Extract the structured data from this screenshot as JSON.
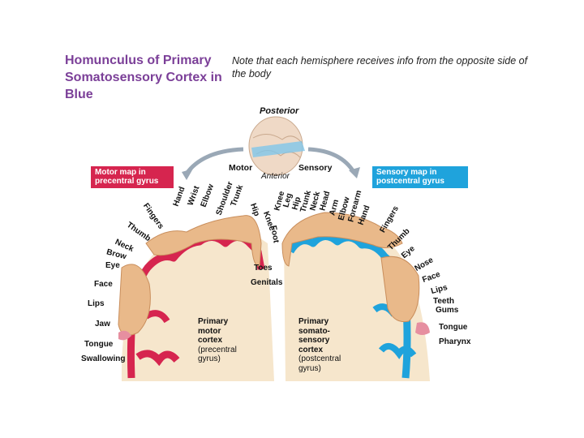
{
  "title": "Homunculus of Primary Somatosensory Cortex in Blue",
  "note": "Note that each hemisphere receives info from the opposite side of the body",
  "orientation": {
    "posterior": "Posterior",
    "anterior": "Anterior"
  },
  "headers": {
    "motor": "Motor",
    "sensory": "Sensory"
  },
  "motor_box": "Motor map in precentral gyrus",
  "sensory_box": "Sensory map in postcentral gyrus",
  "motor_labels": [
    "Hand",
    "Wrist",
    "Elbow",
    "Shoulder",
    "Trunk",
    "Hip",
    "Knee",
    "Foot",
    "Fingers",
    "Thumb",
    "Neck",
    "Brow",
    "Eye",
    "Face",
    "Lips",
    "Jaw",
    "Tongue",
    "Swallowing",
    "Toes",
    "Genitals"
  ],
  "sensory_labels": [
    "Knee",
    "Leg",
    "Hip",
    "Trunk",
    "Neck",
    "Head",
    "Arm",
    "Elbow",
    "Forearm",
    "Hand",
    "Fingers",
    "Thumb",
    "Eye",
    "Nose",
    "Face",
    "Lips",
    "Teeth",
    "Gums",
    "Tongue",
    "Pharynx"
  ],
  "motor_cortex": {
    "line1": "Primary",
    "line2": "motor",
    "line3": "cortex",
    "line4": "(precentral",
    "line5": "gyrus)"
  },
  "sensory_cortex": {
    "line1": "Primary",
    "line2": "somato-",
    "line3": "sensory",
    "line4": "cortex",
    "line5": "(postcentral",
    "line6": "gyrus)"
  },
  "colors": {
    "title": "#7b3f98",
    "motor": "#d6254f",
    "sensory": "#1fa3dc",
    "tissue": "#f6e6cc",
    "body": "#e9b98a"
  }
}
